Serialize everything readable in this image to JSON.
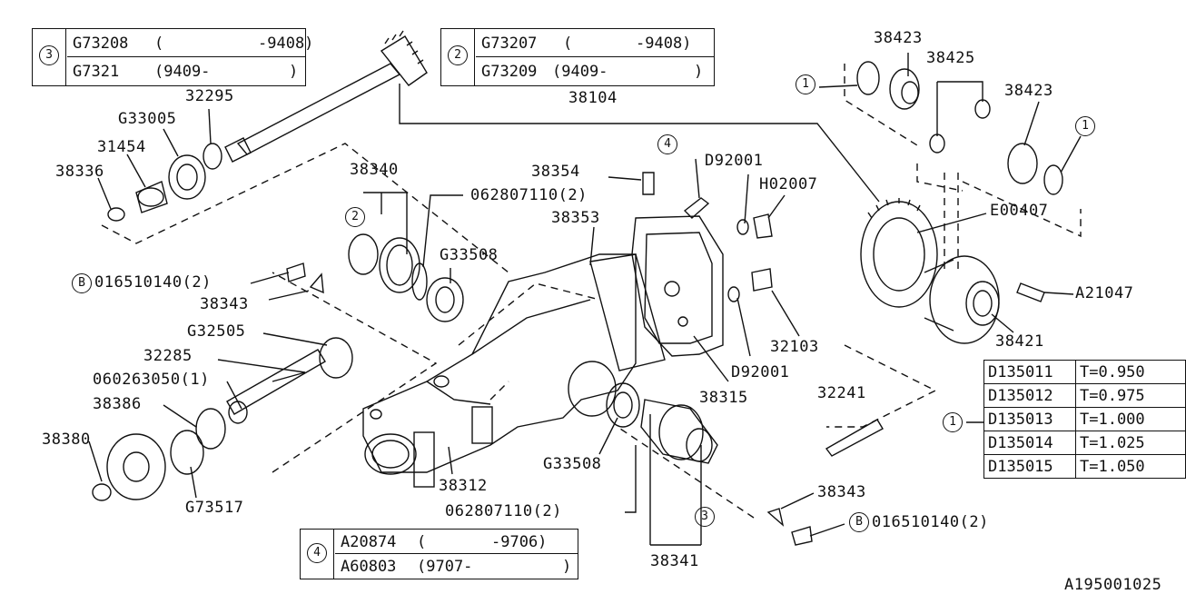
{
  "callout_boxes": [
    {
      "circle": "3",
      "rows": [
        {
          "code": "G73208",
          "range_open": "(",
          "range": "-9408)"
        },
        {
          "code": "G7321",
          "range_open": "(9409-",
          "range": ")"
        }
      ]
    },
    {
      "circle": "2",
      "rows": [
        {
          "code": "G73207",
          "range_open": "(",
          "range": "-9408)"
        },
        {
          "code": "G73209",
          "range_open": "(9409-",
          "range": ")"
        }
      ]
    },
    {
      "circle": "4",
      "rows": [
        {
          "code": "A20874",
          "range_open": "(",
          "range": "-9706)"
        },
        {
          "code": "A60803",
          "range_open": "(9707-",
          "range": ")"
        }
      ]
    }
  ],
  "shim_table": {
    "circle": "1",
    "rows": [
      {
        "part": "D135011",
        "thickness": "T=0.950"
      },
      {
        "part": "D135012",
        "thickness": "T=0.975"
      },
      {
        "part": "D135013",
        "thickness": "T=1.000"
      },
      {
        "part": "D135014",
        "thickness": "T=1.025"
      },
      {
        "part": "D135015",
        "thickness": "T=1.050"
      }
    ]
  },
  "part_labels": {
    "p38104": "38104",
    "p32295": "32295",
    "pG33005": "G33005",
    "p31454": "31454",
    "p38336": "38336",
    "p38340": "38340",
    "p062807110_top": "062807110(2)",
    "pG33508_top": "G33508",
    "p016510140_left": "016510140(2)",
    "p38343_left": "38343",
    "pG32505": "G32505",
    "p32285": "32285",
    "p060263050": "060263050(1)",
    "p38386": "38386",
    "p38380": "38380",
    "pG73517": "G73517",
    "p38354": "38354",
    "p38353": "38353",
    "pD92001_top": "D92001",
    "pH02007": "H02007",
    "p38423_top": "38423",
    "p38425": "38425",
    "p38423_right": "38423",
    "pE00407": "E00407",
    "pA21047": "A21047",
    "p38421": "38421",
    "p32103": "32103",
    "pD92001_bottom": "D92001",
    "p38315": "38315",
    "p32241": "32241",
    "p38312": "38312",
    "pG33508_bottom": "G33508",
    "p062807110_bottom": "062807110(2)",
    "p38343_right": "38343",
    "p016510140_right": "016510140(2)",
    "p38341": "38341"
  },
  "circle_marks": {
    "c2_left": "2",
    "c4_top": "4",
    "c1_left": "1",
    "c1_right": "1",
    "c3_bottom": "3",
    "cB_left": "B",
    "cB_right": "B"
  },
  "figure_id": "A195001025"
}
